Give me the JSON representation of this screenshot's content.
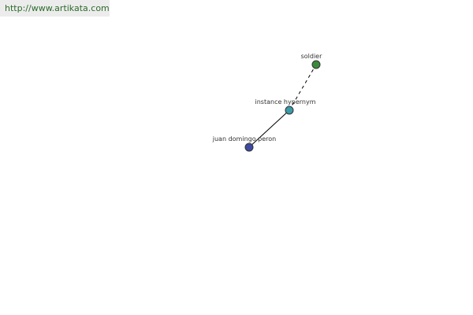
{
  "site_link": "http://www.artikata.com",
  "graph": {
    "nodes": [
      {
        "id": "soldier",
        "label": "soldier",
        "color": "#3c8a3c"
      },
      {
        "id": "instance-hypernym",
        "label": "instance hypernym",
        "color": "#3a9aa8"
      },
      {
        "id": "juan-domingo-peron",
        "label": "juan domingo peron",
        "color": "#3d4aa0"
      }
    ],
    "edges": [
      {
        "from": "juan-domingo-peron",
        "to": "instance-hypernym",
        "style": "solid"
      },
      {
        "from": "instance-hypernym",
        "to": "soldier",
        "style": "dashed"
      }
    ]
  }
}
